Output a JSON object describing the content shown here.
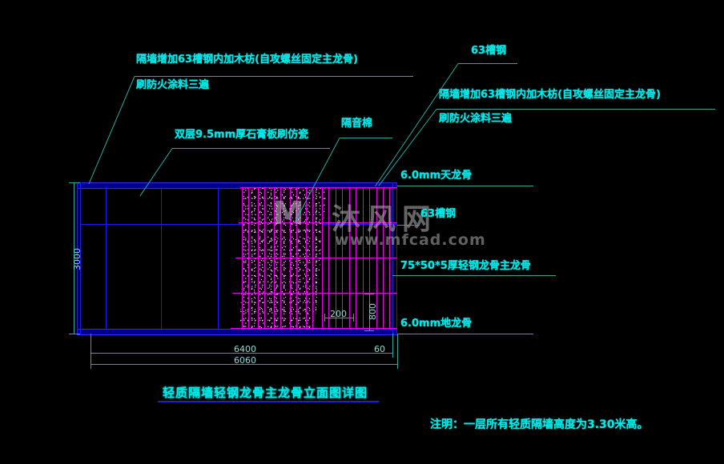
{
  "drawing": {
    "title": "轻质隔墙轻钢龙骨主龙骨立面图详图",
    "note": "注明：一层所有轻质隔墙高度为3.30米高。",
    "colors": {
      "background": "#000000",
      "annotation_cyan": "#00e8e8",
      "board_blue": "#1a1aff",
      "stud_magenta": "#e000e0",
      "dimension_teal": "#2aa8a0",
      "title_underline": "#2020c8"
    }
  },
  "annotations": {
    "left_top": {
      "line1": "隔墙增加63槽钢内加木枋(自攻螺丝固定主龙骨)",
      "line2": "刷防火涂料三遍"
    },
    "gypsum_board": "双层9.5mm厚石膏板刷仿瓷",
    "acoustic_wool": "隔音棉",
    "channel_steel_top": "63槽钢",
    "right_top": {
      "line1": "隔墙增加63槽钢内加木枋(自攻螺丝固定主龙骨)",
      "line2": "刷防火涂料三遍"
    },
    "top_track": "6.0mm天龙骨",
    "channel_steel_mid": "63槽钢",
    "main_stud": "75*50*5厚轻钢龙骨主龙骨",
    "bottom_track": "6.0mm地龙骨"
  },
  "dimensions": {
    "height_3000": "3000",
    "span_6400": "6400",
    "edge_60": "60",
    "overall_6060": "6060",
    "spacing_200": "200",
    "spacing_800": "800"
  },
  "watermark": {
    "logo": "M",
    "brand": "沐风网",
    "url": "www.mfcad.com"
  }
}
